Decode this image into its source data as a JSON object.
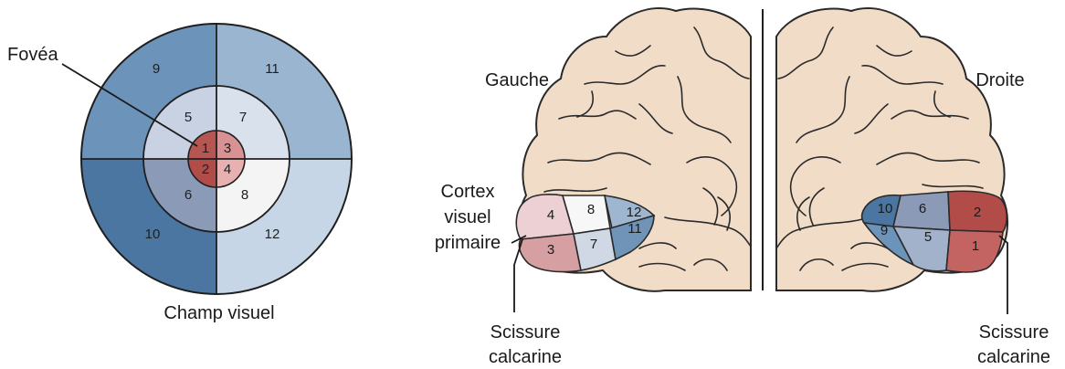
{
  "visual_field": {
    "caption": "Champ visuel",
    "fovea_label": "Fovéa",
    "numbers": [
      "1",
      "2",
      "3",
      "4",
      "5",
      "6",
      "7",
      "8",
      "9",
      "10",
      "11",
      "12"
    ]
  },
  "left_hemisphere": {
    "title": "Gauche",
    "cortex_label": [
      "Cortex",
      "visuel",
      "primaire"
    ],
    "calcarine_label": [
      "Scissure",
      "calcarine"
    ],
    "numbers": [
      "4",
      "8",
      "12",
      "3",
      "7",
      "11"
    ]
  },
  "right_hemisphere": {
    "title": "Droite",
    "calcarine_label": [
      "Scissure",
      "calcarine"
    ],
    "numbers": [
      "10",
      "6",
      "2",
      "9",
      "5",
      "1"
    ]
  },
  "colors": {
    "outer_dark": "#4f7aa3",
    "outer_mid": "#7b9fc2",
    "outer_light": "#b9cde0",
    "middle_dark": "#8a9cb8",
    "middle_light": "#d8e0ec",
    "middle_white": "#f5f5f5",
    "fovea_red": "#b9524f",
    "fovea_pink": "#de9ea0",
    "cortex_pink": "#eccfd2",
    "brain": "#f1dcc8"
  }
}
